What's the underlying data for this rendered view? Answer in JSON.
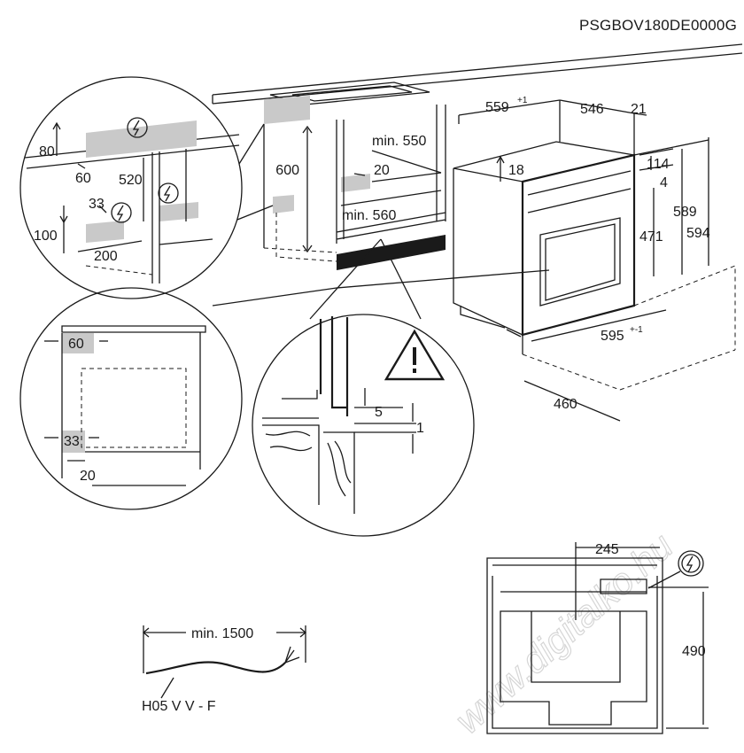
{
  "model_code": "PSGBOV180DE0000G",
  "watermark": "www.digitalko.hu",
  "circle_top_left": {
    "dims": [
      "80",
      "520",
      "60",
      "33",
      "100",
      "200"
    ]
  },
  "cabinet": {
    "dims": [
      "600",
      "min. 550",
      "20",
      "min. 560"
    ]
  },
  "oven": {
    "dims": {
      "d559": "559",
      "d559_tol": "+1",
      "d546": "546",
      "d21": "21",
      "d18": "18",
      "d114": "114",
      "d4": "4",
      "d471": "471",
      "d589": "589",
      "d594": "594",
      "d595": "595",
      "d595_tol": "+-1",
      "d460": "460"
    }
  },
  "circle_bottom_left": {
    "dims": [
      "60",
      "33",
      "20"
    ]
  },
  "circle_detail": {
    "dims": [
      "5",
      "1"
    ]
  },
  "cable": {
    "length": "min. 1500",
    "type": "H05 V V - F"
  },
  "rear_view": {
    "dims": [
      "245",
      "490"
    ]
  },
  "icons": [
    "electric-hazard-icon",
    "warning-triangle-icon"
  ]
}
